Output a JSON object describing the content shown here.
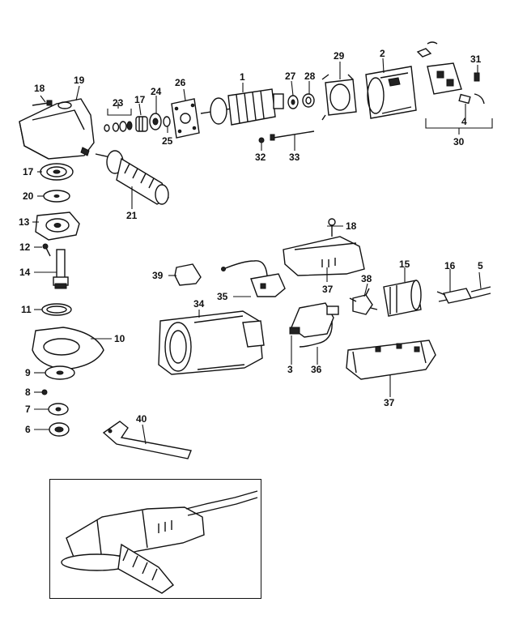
{
  "labels": {
    "p1": "1",
    "p2": "2",
    "p3": "3",
    "p4": "4",
    "p5": "5",
    "p6": "6",
    "p7": "7",
    "p8": "8",
    "p9": "9",
    "p10": "10",
    "p11": "11",
    "p12": "12",
    "p13": "13",
    "p14": "14",
    "p15": "15",
    "p16": "16",
    "p17a": "17",
    "p17b": "17",
    "p18a": "18",
    "p18b": "18",
    "p19": "19",
    "p20": "20",
    "p21": "21",
    "p23": "23",
    "p24": "24",
    "p25": "25",
    "p26": "26",
    "p27": "27",
    "p28": "28",
    "p29": "29",
    "p30": "30",
    "p31": "31",
    "p32": "32",
    "p33": "33",
    "p34": "34",
    "p35": "35",
    "p36": "36",
    "p37a": "37",
    "p37b": "37",
    "p38": "38",
    "p39": "39",
    "p40": "40"
  }
}
